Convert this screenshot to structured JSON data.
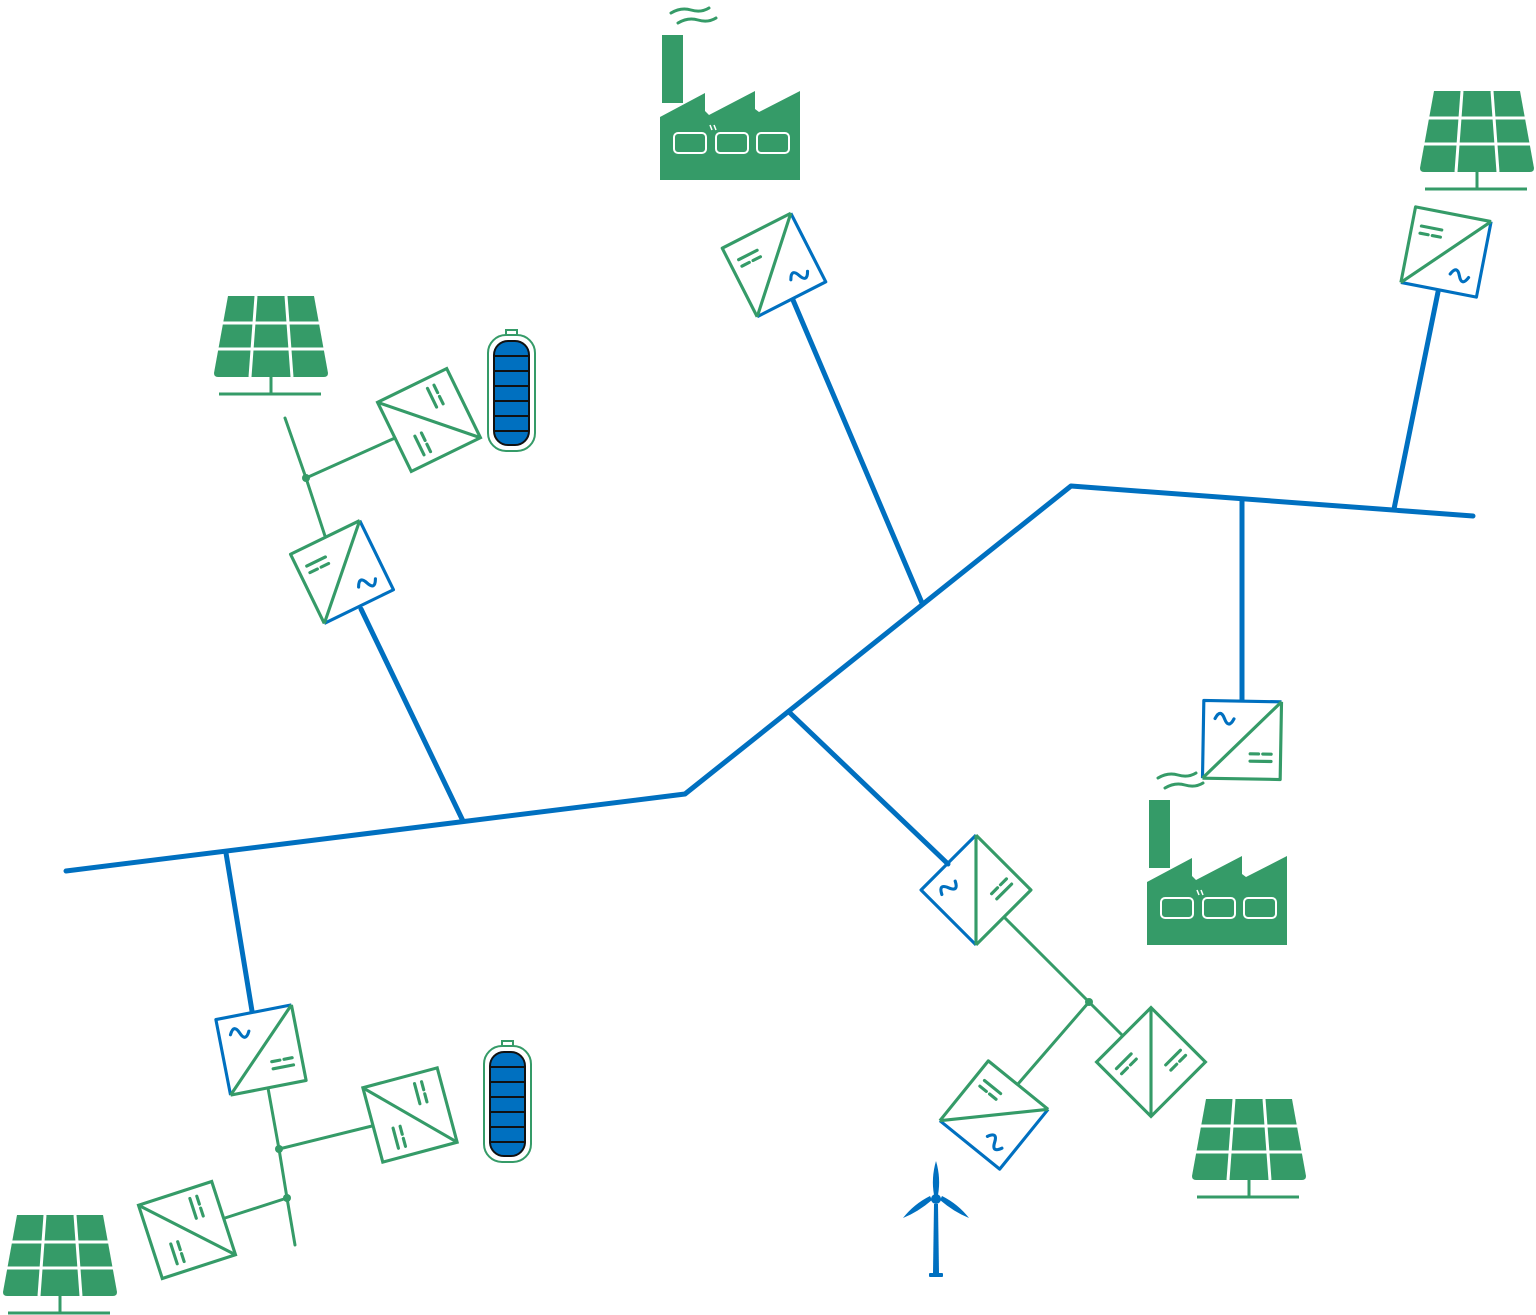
{
  "diagram": {
    "type": "microgrid-topology",
    "colors": {
      "ac_bus": "#0070c0",
      "dc": "#359b68",
      "battery_cell": "#0070c0",
      "background": "#ffffff"
    },
    "components": {
      "solar_panels": 4,
      "batteries": 2,
      "factories": 2,
      "wind_turbines": 1,
      "inverters_dc_ac": 7,
      "converters_dc_dc": 4
    },
    "icons": [
      "solar-panel-icon",
      "battery-icon",
      "factory-icon",
      "wind-turbine-icon",
      "inverter-icon",
      "dc-dc-converter-icon"
    ]
  }
}
